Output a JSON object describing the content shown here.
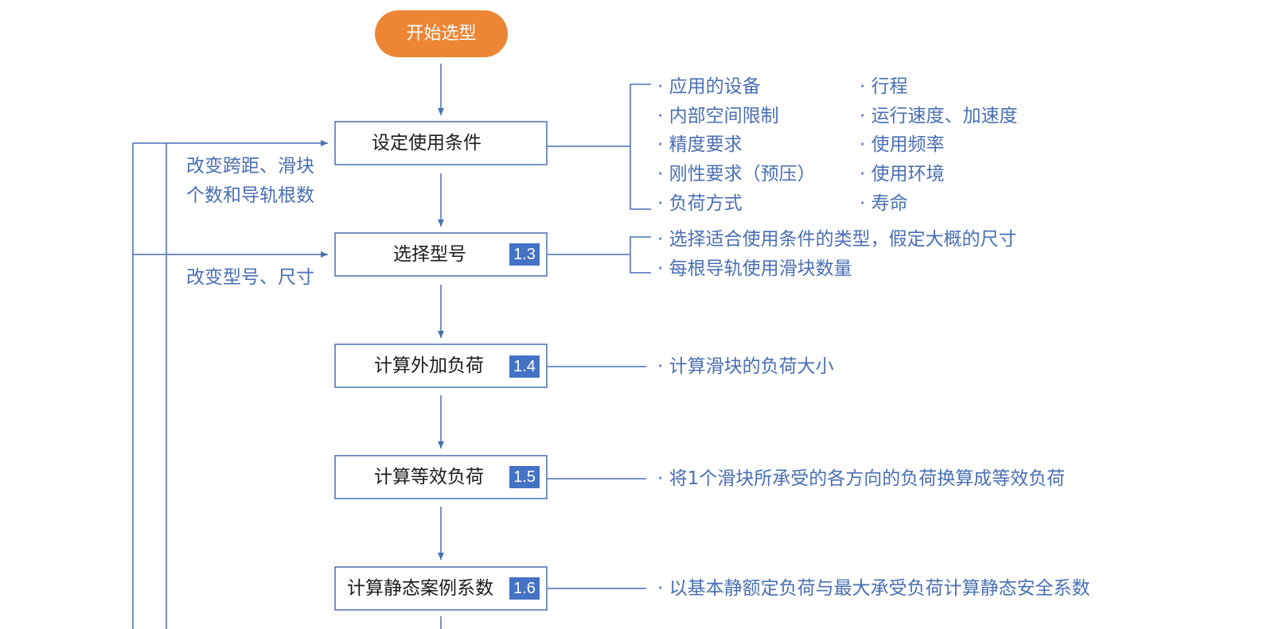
{
  "colors": {
    "line": "#4a6fb3",
    "start_fill": "#ed8634",
    "box_border": "#4a6fb3",
    "badge_fill": "#4472c4",
    "text_blue": "#4a6fb3",
    "text_dark": "#1c1c1c"
  },
  "start": {
    "label": "开始选型"
  },
  "steps": [
    {
      "label": "设定使用条件",
      "badge": ""
    },
    {
      "label": "选择型号",
      "badge": "1.3"
    },
    {
      "label": "计算外加负荷",
      "badge": "1.4"
    },
    {
      "label": "计算等效负荷",
      "badge": "1.5"
    },
    {
      "label": "计算静态案例系数",
      "badge": "1.6"
    }
  ],
  "feedback": {
    "span_change": [
      "改变跨距、滑块",
      "个数和导轨根数"
    ],
    "model_change": "改变型号、尺寸"
  },
  "conditions": {
    "left_column": [
      "应用的设备",
      "内部空间限制",
      "精度要求",
      "刚性要求（预压）",
      "负荷方式"
    ],
    "right_column": [
      "行程",
      "运行速度、加速度",
      "使用频率",
      "使用环境",
      "寿命"
    ]
  },
  "model_notes": [
    "选择适合使用条件的类型，假定大概的尺寸",
    "每根导轨使用滑块数量"
  ],
  "load_note": "计算滑块的负荷大小",
  "equivalent_note": "将1个滑块所承受的各方向的负荷换算成等效负荷",
  "static_note": "以基本静额定负荷与最大承受负荷计算静态安全系数",
  "bullet": "·"
}
